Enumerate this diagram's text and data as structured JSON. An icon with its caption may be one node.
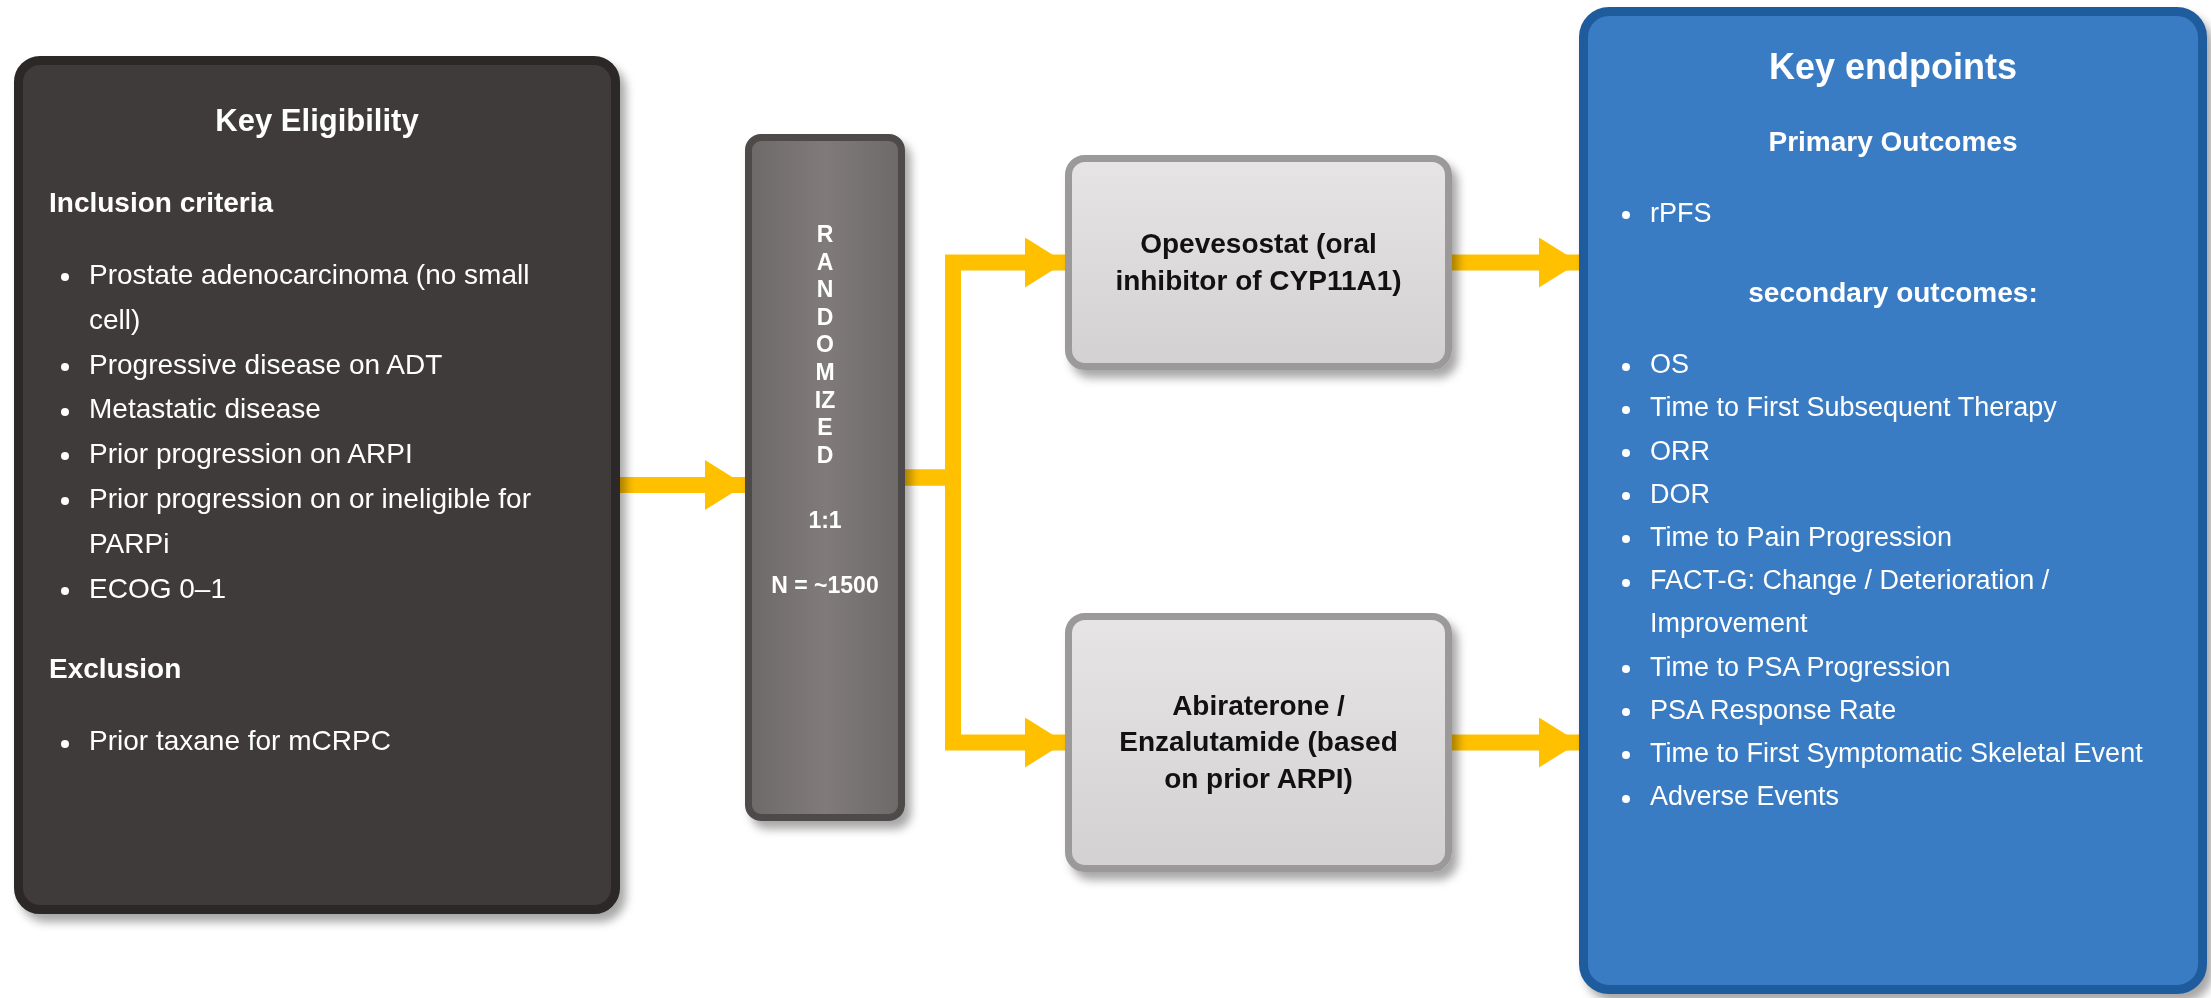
{
  "diagram": {
    "nodes": [
      {
        "text": [
          "Key Eligibility",
          "Inclusion criteria",
          "Prostate adenocarcinoma (no small cell)",
          "Progressive disease on ADT",
          "Metastatic disease",
          "Prior progression on ARPI",
          "Prior progression on or ineligible for PARPi",
          "ECOG 0–1",
          "Exclusion",
          "Prior taxane for mCRPC"
        ]
      },
      {
        "text": [
          "RANDOMIZED",
          "1:1",
          "N = ~1500"
        ]
      },
      {
        "text": [
          "Opevesostat (oral inhibitor of CYP11A1)"
        ]
      },
      {
        "text": [
          "Abiraterone / Enzalutamide (based on prior ARPI)"
        ]
      },
      {
        "text": [
          "Key endpoints",
          "Primary Outcomes",
          "rPFS",
          "secondary outcomes:",
          "OS",
          "Time to First Subsequent Therapy",
          "ORR",
          "DOR",
          "Time to Pain Progression",
          "FACT-G: Change / Deterioration / Improvement",
          "Time to PSA Progression",
          "PSA Response Rate",
          "Time to First Symptomatic Skeletal Event",
          "Adverse Events"
        ]
      }
    ],
    "edges": [
      {
        "from": 0,
        "to": 1,
        "arrow": "to"
      },
      {
        "from": 1,
        "to": 2,
        "arrow": "to"
      },
      {
        "from": 1,
        "to": 3,
        "arrow": "to"
      },
      {
        "from": 2,
        "to": 4,
        "arrow": "to"
      },
      {
        "from": 3,
        "to": 4,
        "arrow": "to"
      }
    ]
  }
}
